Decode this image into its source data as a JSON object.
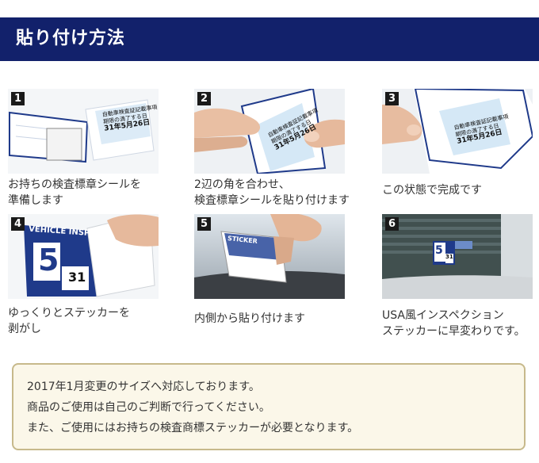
{
  "header": {
    "title": "貼り付け方法"
  },
  "steps": [
    {
      "number": "1",
      "caption": [
        "お持ちの検査標章シールを",
        "準備します"
      ],
      "sticker_text": [
        "自動車検査証記載事項",
        "期限の満了する日",
        "31年5月26日"
      ]
    },
    {
      "number": "2",
      "caption": [
        "2辺の角を合わせ、",
        "検査標章シールを貼り付けます"
      ],
      "sticker_text": [
        "自動車検査証記載事項",
        "期限の満了する日",
        "31年5月26日"
      ]
    },
    {
      "number": "3",
      "caption": [
        "この状態で完成です"
      ],
      "sticker_text": [
        "自動車検査証記載事項",
        "期限の満了する日",
        "31年5月26日"
      ]
    },
    {
      "number": "4",
      "caption": [
        "ゆっくりとステッカーを",
        "剥がし"
      ],
      "sticker_text": [
        "VEHICLE INSPECT",
        "5",
        "31"
      ]
    },
    {
      "number": "5",
      "caption": [
        "内側から貼り付けます"
      ],
      "sticker_text": [
        "STICKER"
      ]
    },
    {
      "number": "6",
      "caption": [
        "USA風インスペクション",
        "ステッカーに早変わりです。"
      ],
      "sticker_text": [
        "5",
        "31"
      ]
    }
  ],
  "note": {
    "lines": [
      "2017年1月変更のサイズへ対応しております。",
      "商品のご使用は自己のご判断で行ってください。",
      "また、ご使用にはお持ちの検査商標ステッカーが必要となります。"
    ]
  },
  "colors": {
    "header_bg": "#12216b",
    "note_border": "#c7b98b",
    "note_bg": "#fbf7e9",
    "sticker_blue": "#1f3a8a"
  }
}
